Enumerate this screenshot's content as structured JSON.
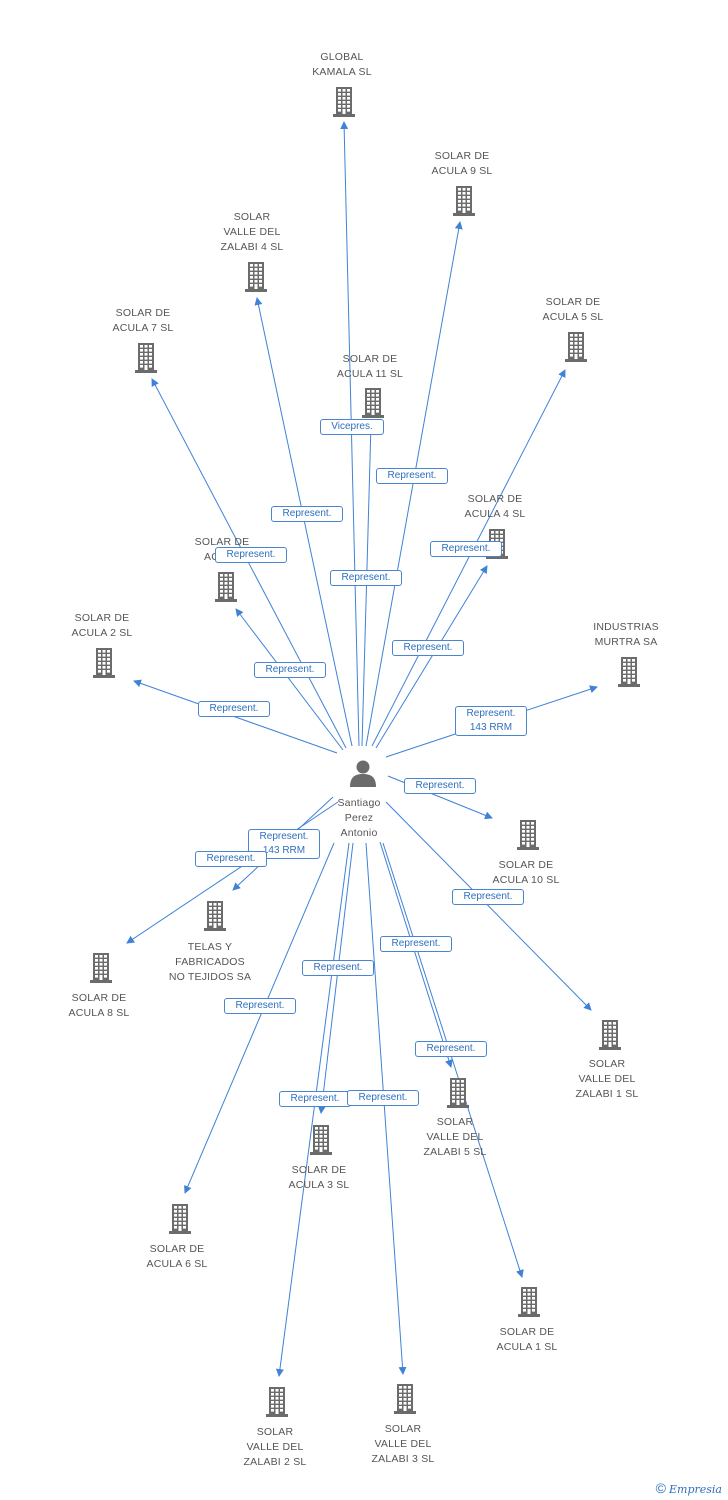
{
  "center": {
    "name": "Santiago\nPerez\nAntonio",
    "icon": "person-icon"
  },
  "companies": [
    {
      "id": "global-kamala",
      "name": "GLOBAL\nKAMALA SL",
      "icon": "building-icon"
    },
    {
      "id": "solar-acula-9",
      "name": "SOLAR DE\nACULA 9 SL",
      "icon": "building-icon"
    },
    {
      "id": "solar-valle-4",
      "name": "SOLAR\nVALLE DEL\nZALABI 4 SL",
      "icon": "building-icon"
    },
    {
      "id": "solar-acula-5",
      "name": "SOLAR DE\nACULA 5 SL",
      "icon": "building-icon"
    },
    {
      "id": "solar-acula-7",
      "name": "SOLAR DE\nACULA 7 SL",
      "icon": "building-icon"
    },
    {
      "id": "solar-acula-11",
      "name": "SOLAR DE\nACULA 11 SL",
      "icon": "building-icon"
    },
    {
      "id": "solar-acula-4",
      "name": "SOLAR DE\nACULA 4 SL",
      "icon": "building-icon"
    },
    {
      "id": "solar-acula-x",
      "name": "SOLAR DE\nACULA",
      "icon": "building-icon"
    },
    {
      "id": "solar-acula-2",
      "name": "SOLAR DE\nACULA 2 SL",
      "icon": "building-icon"
    },
    {
      "id": "industrias-murtra",
      "name": "INDUSTRIAS\nMURTRA SA",
      "icon": "building-icon"
    },
    {
      "id": "solar-acula-10",
      "name": "SOLAR DE\nACULA 10 SL",
      "icon": "building-icon"
    },
    {
      "id": "telas-fabricados",
      "name": "TELAS Y\nFABRICADOS\nNO TEJIDOS SA",
      "icon": "building-icon"
    },
    {
      "id": "solar-acula-8",
      "name": "SOLAR DE\nACULA 8 SL",
      "icon": "building-icon"
    },
    {
      "id": "solar-valle-1",
      "name": "SOLAR\nVALLE DEL\nZALABI 1 SL",
      "icon": "building-icon"
    },
    {
      "id": "solar-valle-5",
      "name": "SOLAR\nVALLE DEL\nZALABI 5 SL",
      "icon": "building-icon"
    },
    {
      "id": "solar-acula-3",
      "name": "SOLAR DE\nACULA 3 SL",
      "icon": "building-icon"
    },
    {
      "id": "solar-acula-6",
      "name": "SOLAR DE\nACULA 6 SL",
      "icon": "building-icon"
    },
    {
      "id": "solar-acula-1",
      "name": "SOLAR DE\nACULA 1 SL",
      "icon": "building-icon"
    },
    {
      "id": "solar-valle-2",
      "name": "SOLAR\nVALLE DEL\nZALABI 2 SL",
      "icon": "building-icon"
    },
    {
      "id": "solar-valle-3",
      "name": "SOLAR\nVALLE DEL\nZALABI 3 SL",
      "icon": "building-icon"
    }
  ],
  "relations": [
    {
      "to": "global-kamala",
      "label": "Vicepres."
    },
    {
      "to": "solar-acula-9",
      "label": "Represent."
    },
    {
      "to": "solar-valle-4",
      "label": "Represent."
    },
    {
      "to": "solar-acula-5",
      "label": "Represent."
    },
    {
      "to": "solar-acula-7",
      "label": "Represent."
    },
    {
      "to": "solar-acula-11",
      "label": "Represent."
    },
    {
      "to": "solar-acula-4",
      "label": "Represent."
    },
    {
      "to": "solar-acula-x",
      "label": "Represent."
    },
    {
      "to": "solar-acula-2",
      "label": "Represent."
    },
    {
      "to": "industrias-murtra",
      "label": "Represent.\n143 RRM"
    },
    {
      "to": "solar-acula-10",
      "label": "Represent."
    },
    {
      "to": "telas-fabricados",
      "label": "Represent.\n143 RRM"
    },
    {
      "to": "solar-acula-8",
      "label": "Represent."
    },
    {
      "to": "solar-valle-1",
      "label": "Represent."
    },
    {
      "to": "solar-valle-5",
      "label": "Represent."
    },
    {
      "to": "solar-acula-3",
      "label": "Represent."
    },
    {
      "to": "solar-acula-6",
      "label": "Represent."
    },
    {
      "to": "solar-acula-1",
      "label": "Represent."
    },
    {
      "to": "solar-valle-2",
      "label": "Represent."
    },
    {
      "to": "solar-valle-3",
      "label": "Represent."
    }
  ],
  "colors": {
    "edge": "#3f82d6",
    "label_text": "#2f6fbd",
    "icon": "#6b6b6b",
    "node_text": "#555555"
  },
  "footer": {
    "copyright": "©",
    "brand": "Empresia"
  }
}
